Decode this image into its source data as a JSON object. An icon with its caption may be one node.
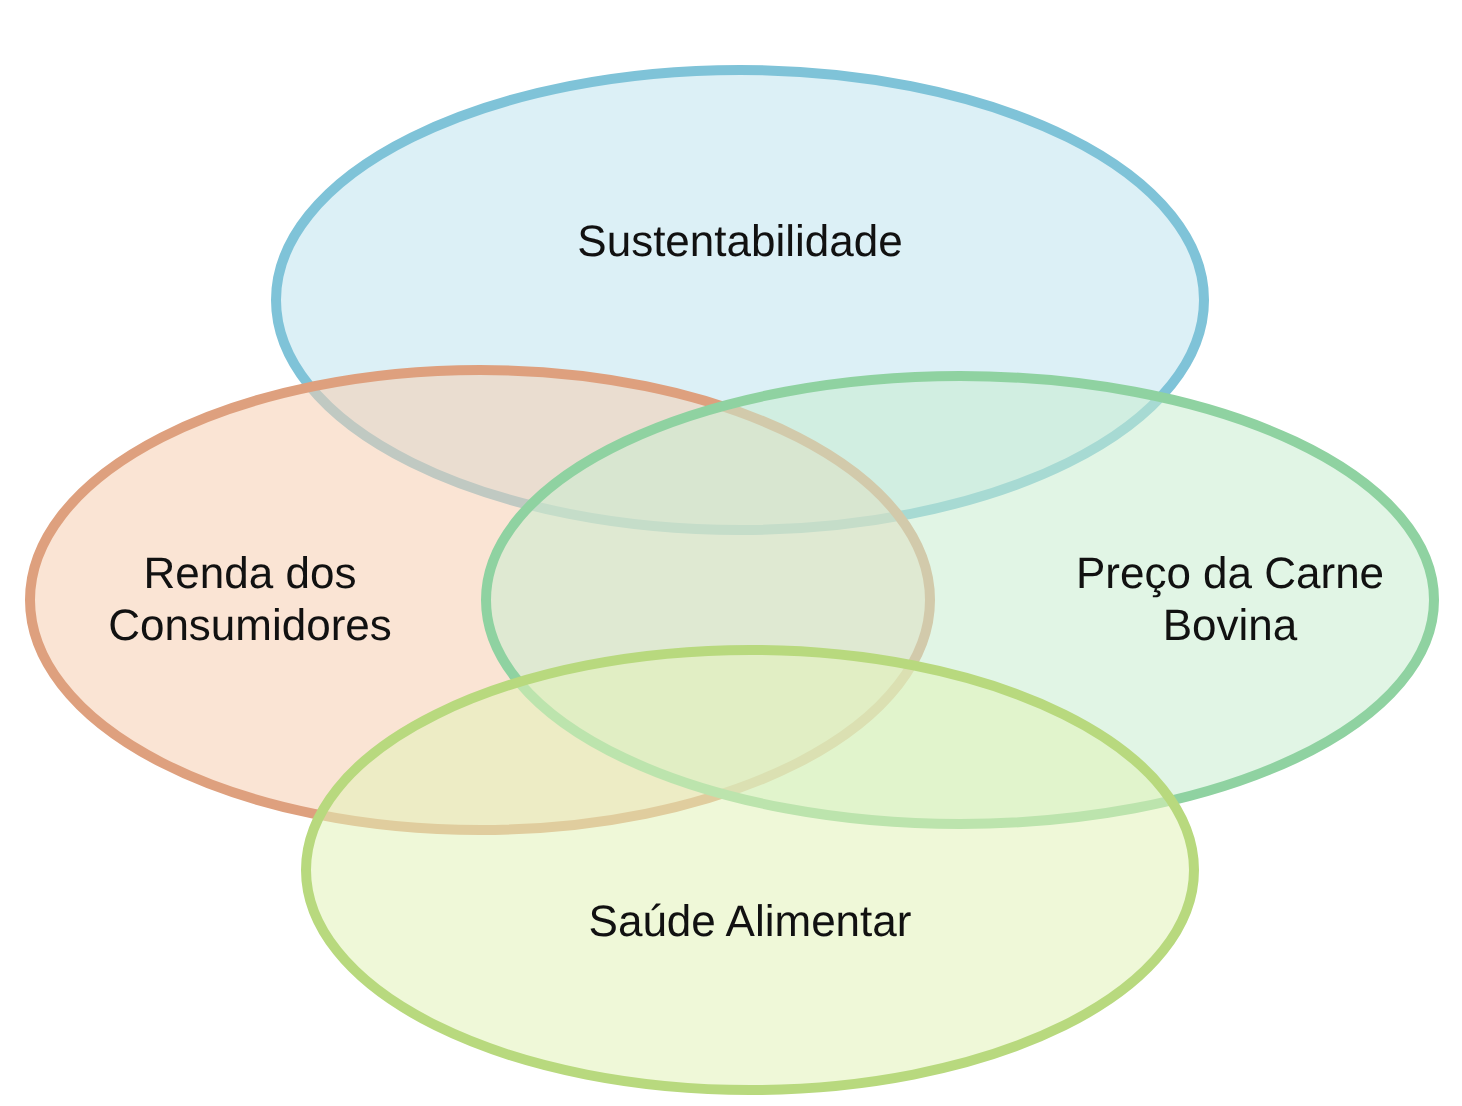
{
  "diagram": {
    "nodes": [
      {
        "text": [
          "Sustentabilidade"
        ]
      },
      {
        "text": [
          "Renda dos Consumidores"
        ]
      },
      {
        "text": [
          "Preço da Carne Bovina"
        ]
      },
      {
        "text": [
          "Saúde Alimentar"
        ]
      }
    ]
  }
}
